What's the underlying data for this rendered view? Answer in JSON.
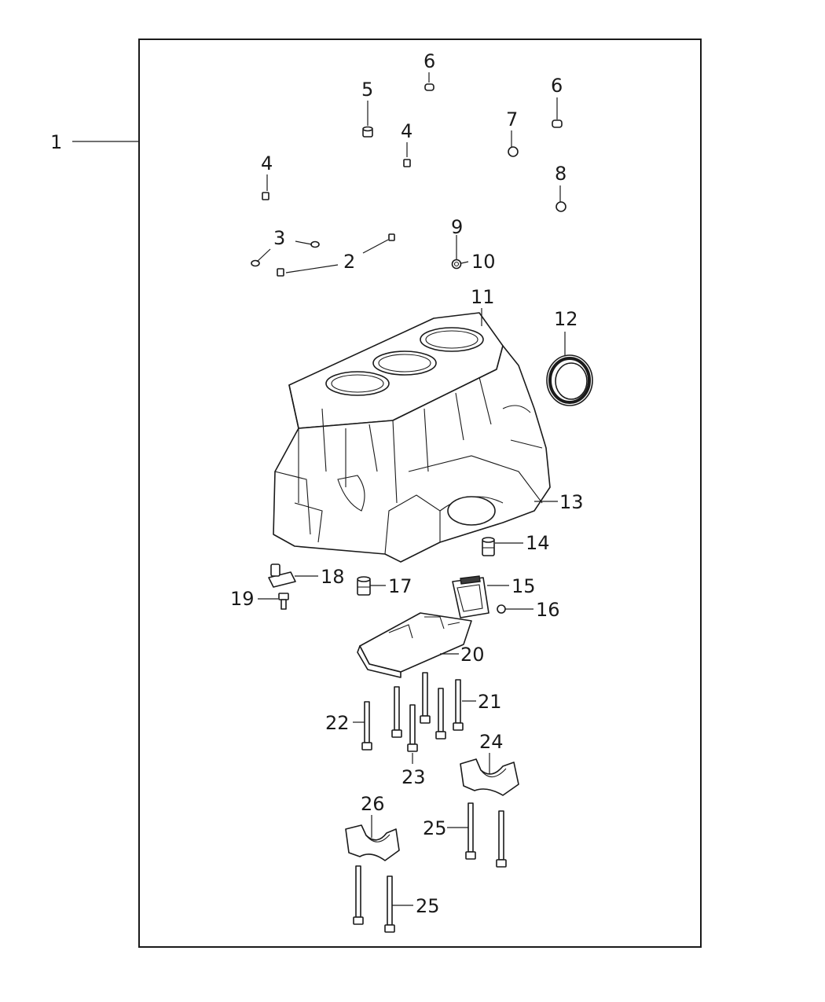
{
  "diagram": {
    "callouts": {
      "c1": "1",
      "c2": "2",
      "c3": "3",
      "c4a": "4",
      "c4b": "4",
      "c5": "5",
      "c6a": "6",
      "c6b": "6",
      "c7": "7",
      "c8": "8",
      "c9": "9",
      "c10": "10",
      "c11": "11",
      "c12": "12",
      "c13": "13",
      "c14": "14",
      "c15": "15",
      "c16": "16",
      "c17": "17",
      "c18": "18",
      "c19": "19",
      "c20": "20",
      "c21": "21",
      "c22": "22",
      "c23": "23",
      "c24": "24",
      "c25a": "25",
      "c25b": "25",
      "c26": "26"
    }
  }
}
